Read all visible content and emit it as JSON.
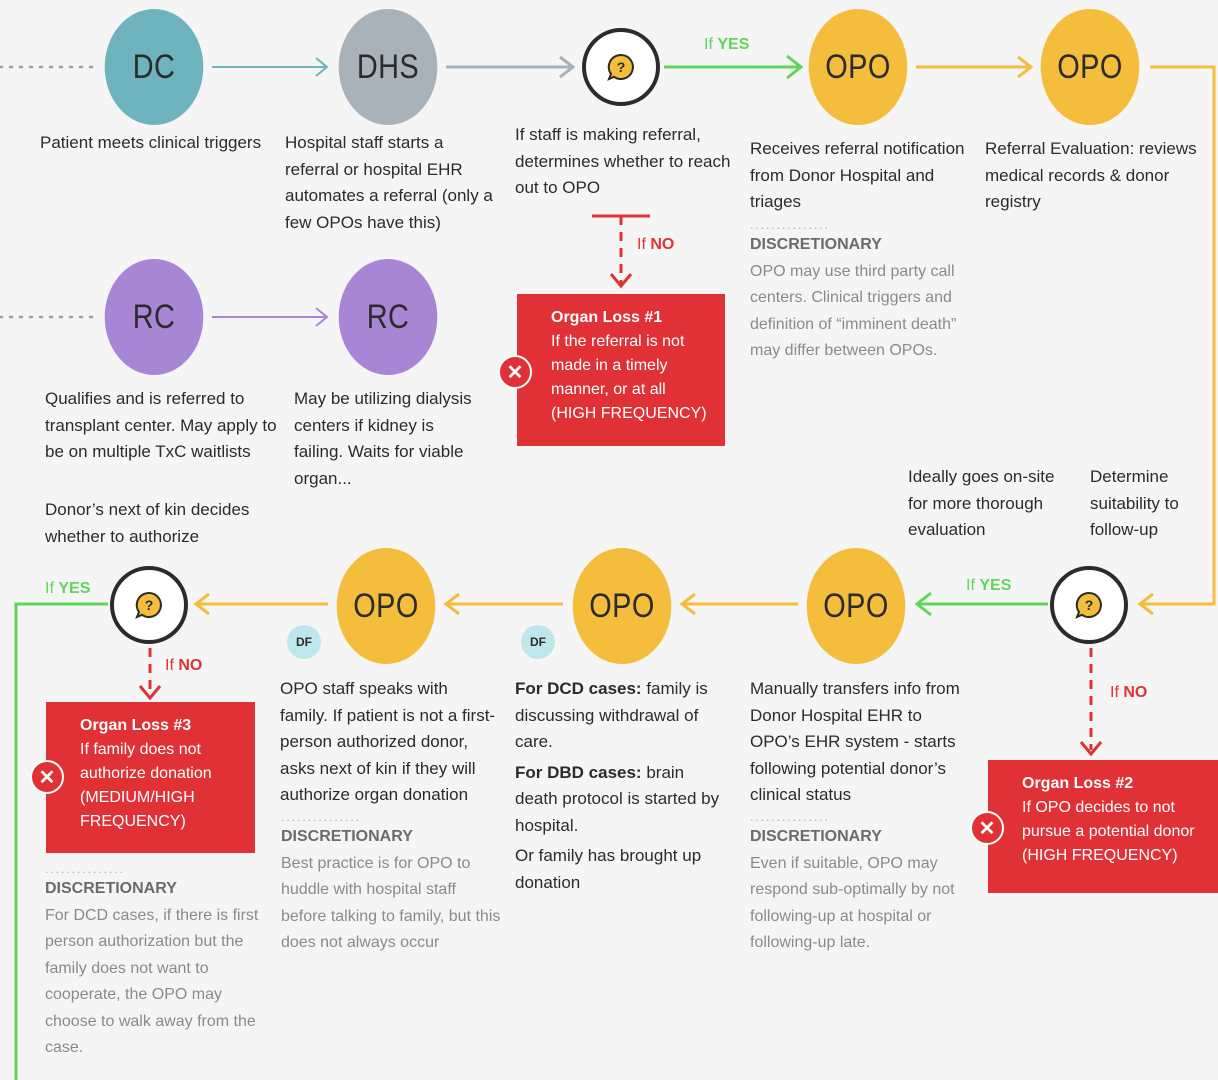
{
  "nodes": {
    "dc": "DC",
    "dhs": "DHS",
    "opo1": "OPO",
    "opo2": "OPO",
    "rc1": "RC",
    "rc2": "RC",
    "opo3": "OPO",
    "opo4": "OPO",
    "opo5": "OPO"
  },
  "question_mark": "?",
  "df_label": "DF",
  "texts": {
    "dc": "Patient meets clinical triggers",
    "dhs": "Hospital staff starts a referral or hospital EHR automates a referral (only a few OPOs have this)",
    "q1": "If staff is making referral, determines whether to reach out to OPO",
    "opo1": "Receives referral notification from Donor Hospital and triages",
    "opo2": "Referral Evaluation: reviews medical records & donor registry",
    "rc1": "Qualifies and is referred to transplant center. May apply to be on multiple TxC waitlists",
    "rc2": "May be utilizing dialysis centers if kidney is failing. Waits for viable organ...",
    "ideal": "Ideally goes on-site for more thorough evaluation",
    "suit": "Determine suitability to follow-up",
    "kin": "Donor’s next of kin decides whether to authorize",
    "opo3": "OPO staff speaks with family. If patient is not a first-person authorized donor, asks next of kin if they will authorize organ donation",
    "opo4_a_b": "For DCD cases:",
    "opo4_a": " family is discussing withdrawal of care.",
    "opo4_b_b": "For DBD cases:",
    "opo4_b": " brain death protocol is started by hospital.",
    "opo4_c": "Or family has brought up donation",
    "opo5": "Manually transfers info from Donor Hospital EHR to OPO’s EHR system - starts following potential donor’s clinical status"
  },
  "discretionary": {
    "dots": "...............",
    "head": "DISCRETIONARY",
    "d1": "OPO may use third party call centers. Clinical triggers and definition of “imminent death” may differ between OPOs.",
    "d2": "Even if suitable, OPO may respond sub-optimally by not following-up at hospital or following-up late.",
    "d3": "Best practice is for OPO to huddle with hospital staff before talking to family, but this does not always occur",
    "d4": "For DCD cases, if there is first person authorization but the family does not want to cooperate, the OPO may choose to walk away from the case."
  },
  "losses": {
    "l1_title": "Organ Loss #1",
    "l1_body": "If the referral is not made in a timely manner, or at all (HIGH FREQUENCY)",
    "l2_title": "Organ Loss #2",
    "l2_body": "If OPO decides to not pursue a potential donor (HIGH FREQUENCY)",
    "l3_title": "Organ Loss #3",
    "l3_body": "If family does not authorize donation (MEDIUM/HIGH FREQUENCY)"
  },
  "branch": {
    "if": "If",
    "yes": "YES",
    "no": "NO"
  },
  "x_icon": "✕",
  "colors": {
    "teal": "#6fb3be",
    "gray": "#a8b2ba",
    "yellow": "#f4bd3b",
    "purple": "#a886d6",
    "green": "#5fd65a",
    "red": "#e03236"
  }
}
